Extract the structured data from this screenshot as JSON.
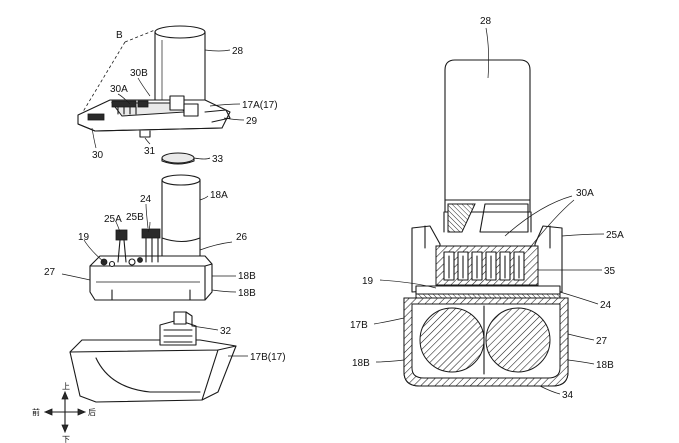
{
  "labels": {
    "fig_left": {
      "b": "B",
      "n28": "28",
      "n30b": "30B",
      "n30a": "30A",
      "n17a": "17A(17)",
      "n29": "29",
      "n30": "30",
      "n31": "31",
      "n33": "33",
      "n18a": "18A",
      "n24": "24",
      "n25a": "25A",
      "n25b": "25B",
      "n26": "26",
      "n19": "19",
      "n27": "27",
      "n18b_1": "18B",
      "n18b_2": "18B",
      "n32": "32",
      "n17b": "17B(17)"
    },
    "fig_right": {
      "n28": "28",
      "n30a": "30A",
      "n25a": "25A",
      "n19": "19",
      "n35": "35",
      "n24": "24",
      "n17b": "17B",
      "n27": "27",
      "n18b_l": "18B",
      "n18b_r": "18B",
      "n34": "34"
    },
    "compass": {
      "up": "上",
      "down": "下",
      "front": "前",
      "back": "后"
    }
  }
}
